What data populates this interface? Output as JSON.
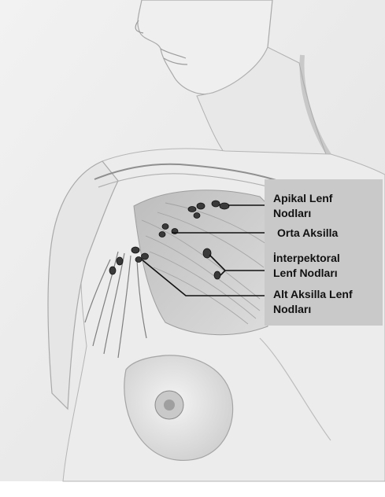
{
  "labels": {
    "apical": "Apikal Lenf\nNodları",
    "central": "Orta Aksilla",
    "interpectoral": "İnterpektoral\nLenf Nodları",
    "lower": "Alt Aksilla Lenf\nNodları"
  },
  "colors": {
    "background": "#ffffff",
    "skin": "#ededed",
    "shading": "#9a9a9a",
    "node": "#333333",
    "leader": "#111111",
    "label_panel": "#c9c9c9"
  }
}
